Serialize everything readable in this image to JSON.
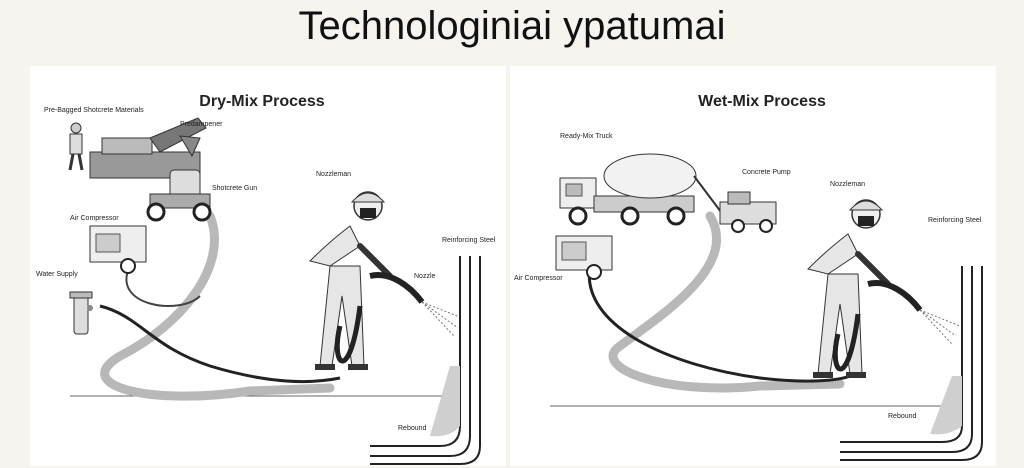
{
  "slide": {
    "title": "Technologiniai ypatumai"
  },
  "dry_mix": {
    "title": "Dry-Mix Process",
    "labels": {
      "materials": "Pre-Bagged Shotcrete Materials",
      "predampener": "Predampener",
      "gun": "Shotcrete Gun",
      "nozzleman": "Nozzleman",
      "compressor": "Air Compressor",
      "reinforcing": "Reinforcing Steel",
      "water": "Water Supply",
      "nozzle": "Nozzle",
      "rebound": "Rebound"
    }
  },
  "wet_mix": {
    "title": "Wet-Mix Process",
    "labels": {
      "truck": "Ready-Mix Truck",
      "pump": "Concrete Pump",
      "nozzleman": "Nozzleman",
      "reinforcing": "Reinforcing Steel",
      "compressor": "Air Compressor",
      "rebound": "Rebound"
    }
  }
}
